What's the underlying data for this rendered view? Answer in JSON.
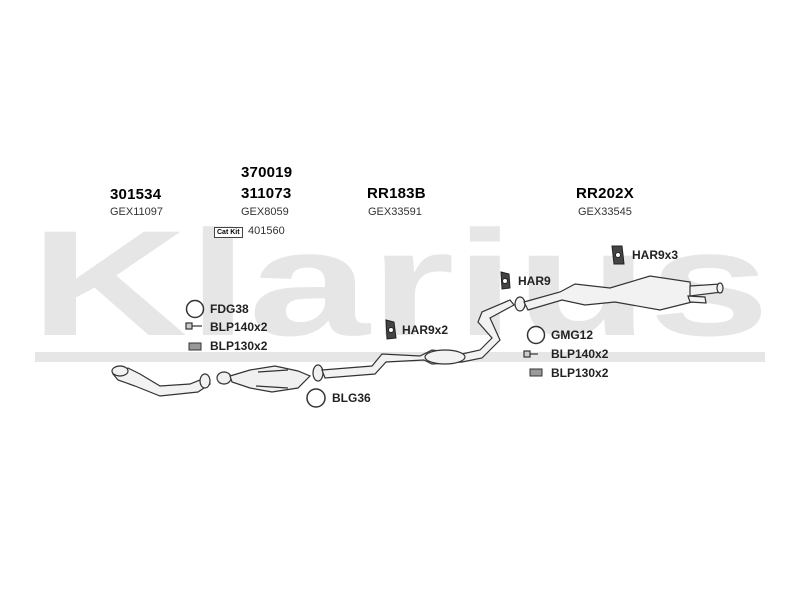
{
  "watermark": {
    "text": "Klarius",
    "color": "#e4e4e4"
  },
  "sections": [
    {
      "part_number": "301534",
      "gex": "GEX11097"
    },
    {
      "part_number_top": "370019",
      "part_number": "311073",
      "gex": "GEX8059",
      "cat_kit_badge": "Cat Kit",
      "cat_kit_number": "401560"
    },
    {
      "part_number": "RR183B",
      "gex": "GEX33591"
    },
    {
      "part_number": "RR202X",
      "gex": "GEX33545"
    }
  ],
  "accessories": {
    "fdg38": "FDG38",
    "blp140_left": "BLP140x2",
    "blp130_left": "BLP130x2",
    "blg36": "BLG36",
    "har9x2": "HAR9x2",
    "har9": "HAR9",
    "har9x3": "HAR9x3",
    "gmg12": "GMG12",
    "blp140_right": "BLP140x2",
    "blp130_right": "BLP130x2"
  }
}
